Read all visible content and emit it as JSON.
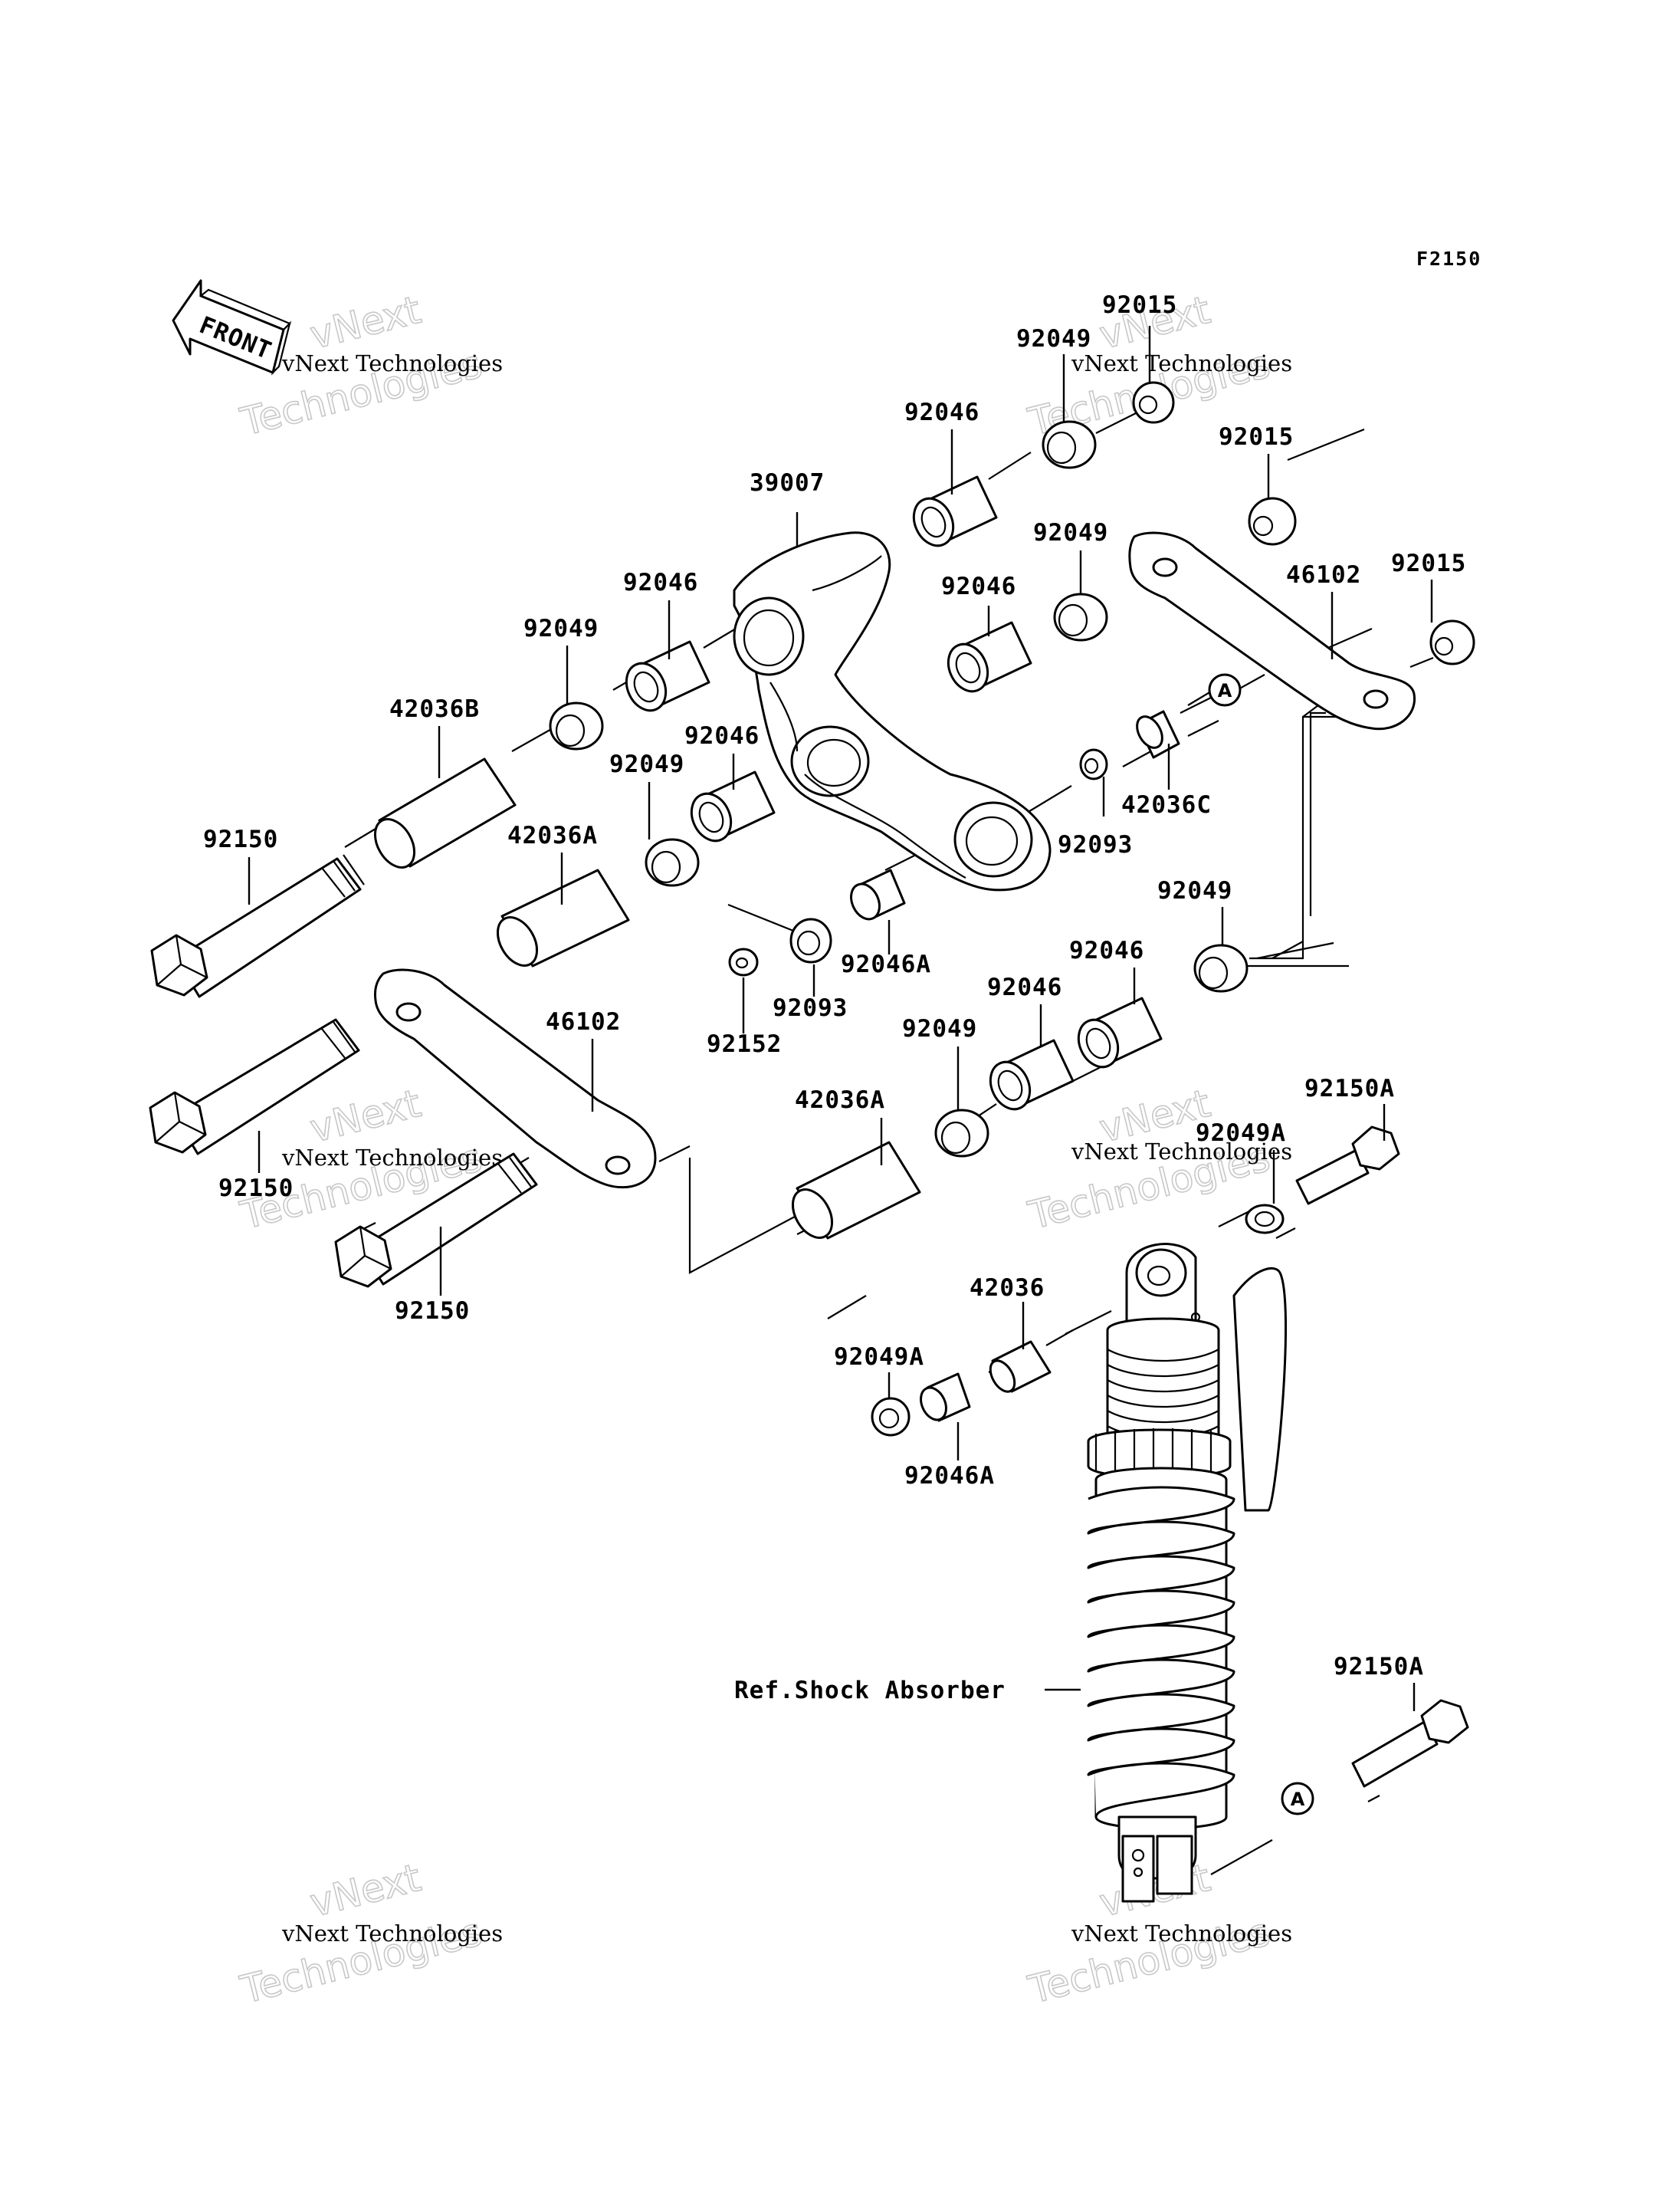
{
  "diagram_code": "F2150",
  "front_label": "FRONT",
  "reference_label": "Ref.Shock Absorber",
  "marker": "A",
  "watermark": {
    "line1": "vNext Technologies",
    "line2": "vNext",
    "line3": "Technologies"
  },
  "parts": {
    "p39007": "39007",
    "p92015_top": "92015",
    "p92015_mid": "92015",
    "p92015_right": "92015",
    "p92049_top": "92049",
    "p92046_top": "92046",
    "p92049_mid": "92049",
    "p92046_mid": "92046",
    "p46102_right": "46102",
    "p92046_left": "92046",
    "p92049_left": "92049",
    "p42036B": "42036B",
    "p92046_center": "92046",
    "p92049_center": "92049",
    "p42036C": "42036C",
    "p92093_right": "92093",
    "p92150_top": "92150",
    "p42036A_top": "42036A",
    "p92046A_center": "92046A",
    "p92093_center": "92093",
    "p92152": "92152",
    "p92049_lowright": "92049",
    "p92046_lowright": "92046",
    "p92046_lower": "92046",
    "p92049_lower": "92049",
    "p46102_left": "46102",
    "p42036A_lower": "42036A",
    "p92150_mid": "92150",
    "p92150_bottom": "92150",
    "p92150A_top": "92150A",
    "p92049A_top": "92049A",
    "p42036": "42036",
    "p92049A_bottom": "92049A",
    "p92046A_bottom": "92046A",
    "p92150A_bottom": "92150A"
  }
}
